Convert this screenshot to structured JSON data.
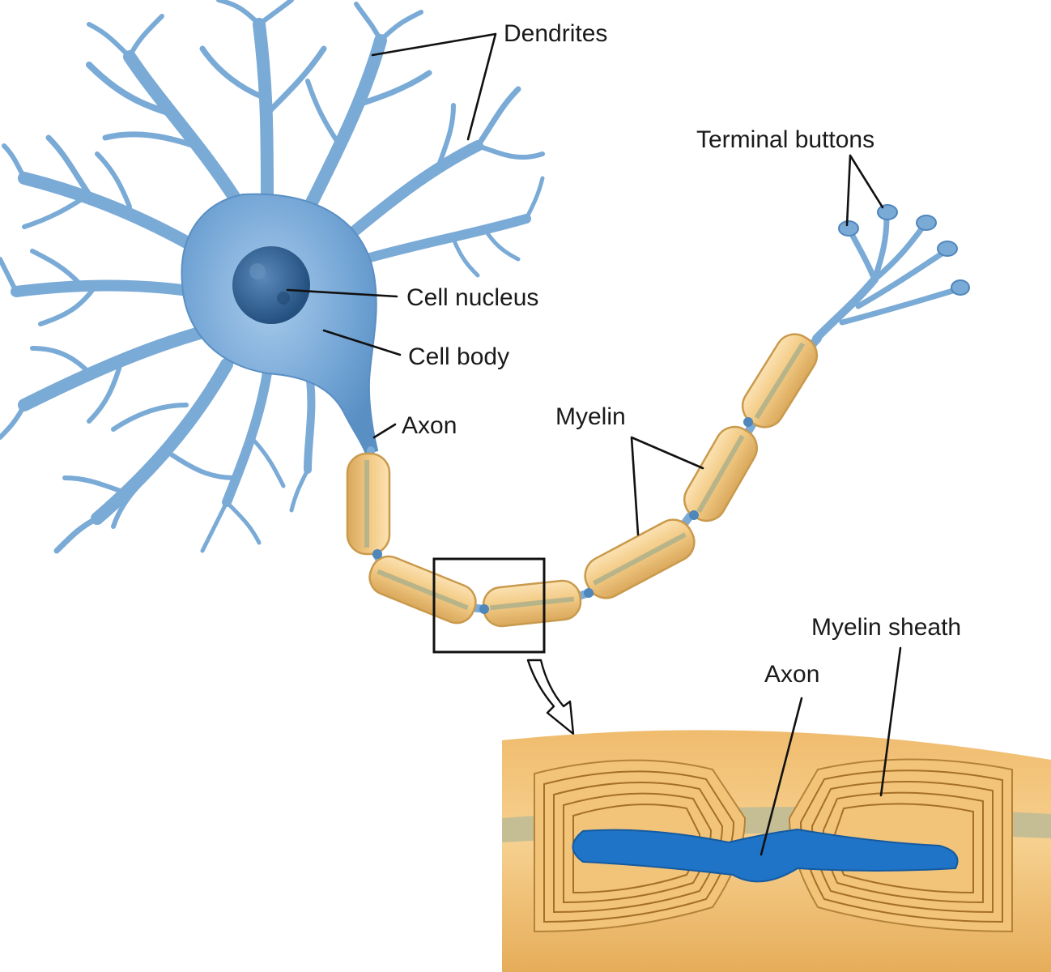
{
  "labels": {
    "dendrites": "Dendrites",
    "terminal_buttons": "Terminal buttons",
    "cell_nucleus": "Cell nucleus",
    "cell_body": "Cell body",
    "axon": "Axon",
    "myelin": "Myelin",
    "myelin_sheath": "Myelin sheath",
    "axon_detail": "Axon"
  },
  "colors": {
    "neuron_blue": "#7aaad6",
    "neuron_blue_dark": "#4f86bb",
    "nucleus": "#2f5f91",
    "myelin": "#f2cc8a",
    "myelin_edge": "#c99a4c",
    "detail_axon": "#1f74c8"
  }
}
